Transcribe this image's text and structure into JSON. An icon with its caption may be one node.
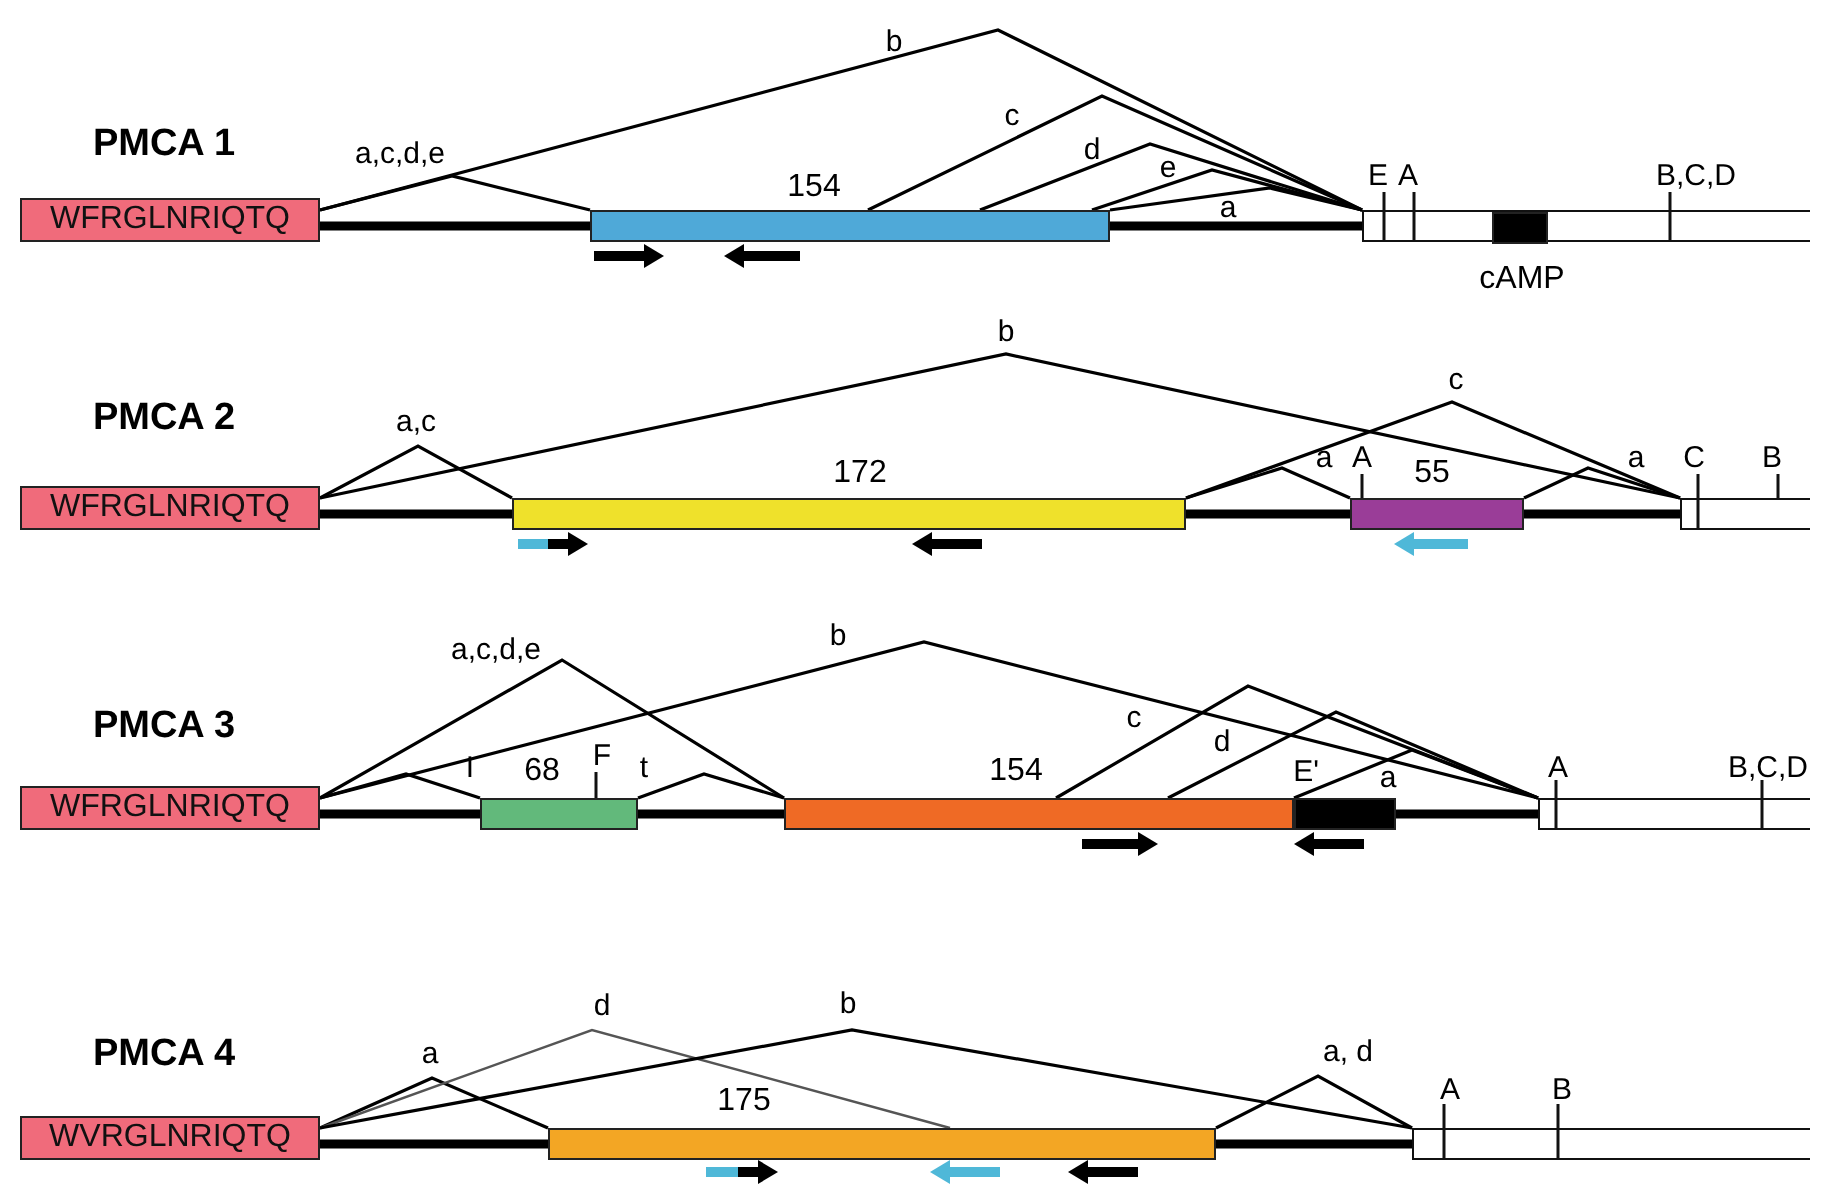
{
  "diagram": {
    "nodes": [
      {
        "text": [
          "WFRGLNRIQTQ"
        ]
      },
      {
        "text": [
          "154"
        ]
      },
      {
        "text": [],
        "shape": "box",
        "beside": [
          "E",
          "A",
          "B,C,D"
        ]
      },
      {
        "text": [
          "cAMP"
        ],
        "in": 2
      },
      {
        "text": [
          "WFRGLNRIQTQ"
        ]
      },
      {
        "text": [
          "172"
        ]
      },
      {
        "text": [
          "55"
        ],
        "beside": [
          "A"
        ]
      },
      {
        "text": [],
        "shape": "box",
        "beside": [
          "C",
          "B"
        ]
      },
      {
        "text": [
          "WFRGLNRIQTQ"
        ]
      },
      {
        "text": [
          "68"
        ],
        "beside": [
          "F"
        ]
      },
      {
        "text": [
          "154"
        ]
      },
      {
        "text": [],
        "shape": "box"
      },
      {
        "text": [],
        "shape": "box",
        "beside": [
          "A",
          "B,C,D"
        ]
      },
      {
        "text": [
          "WVRGLNRIQTQ"
        ]
      },
      {
        "text": [
          "175"
        ]
      },
      {
        "text": [],
        "shape": "box",
        "beside": [
          "A",
          "B"
        ]
      }
    ],
    "edges": [
      {
        "from": 0,
        "to": 1,
        "arrow": "none",
        "style": "thick"
      },
      {
        "from": 1,
        "to": 2,
        "arrow": "none",
        "style": "thick"
      },
      {
        "from": 0,
        "to": 2,
        "arrow": "none",
        "label": "b"
      },
      {
        "from": 0,
        "to": 1,
        "arrow": "none",
        "label": "a,c,d,e"
      },
      {
        "from": 1,
        "to": 2,
        "arrow": "none",
        "label": "c"
      },
      {
        "from": 1,
        "to": 2,
        "arrow": "none",
        "label": "d"
      },
      {
        "from": 1,
        "to": 2,
        "arrow": "none",
        "label": "e"
      },
      {
        "from": 1,
        "to": 2,
        "arrow": "none",
        "label": "a"
      },
      {
        "from": 4,
        "to": 5,
        "arrow": "none",
        "style": "thick"
      },
      {
        "from": 5,
        "to": 6,
        "arrow": "none",
        "style": "thick"
      },
      {
        "from": 6,
        "to": 7,
        "arrow": "none",
        "style": "thick"
      },
      {
        "from": 4,
        "to": 5,
        "arrow": "none",
        "label": "a,c"
      },
      {
        "from": 4,
        "to": 7,
        "arrow": "none",
        "label": "b"
      },
      {
        "from": 5,
        "to": 7,
        "arrow": "none",
        "label": "c"
      },
      {
        "from": 5,
        "to": 6,
        "arrow": "none",
        "label": "a"
      },
      {
        "from": 6,
        "to": 7,
        "arrow": "none",
        "label": "a"
      },
      {
        "from": 8,
        "to": 9,
        "arrow": "none",
        "style": "thick"
      },
      {
        "from": 9,
        "to": 10,
        "arrow": "none",
        "style": "thick"
      },
      {
        "from": 11,
        "to": 12,
        "arrow": "none",
        "style": "thick"
      },
      {
        "from": 8,
        "to": 10,
        "arrow": "none",
        "label": "a,c,d,e"
      },
      {
        "from": 8,
        "to": 12,
        "arrow": "none",
        "label": "b"
      },
      {
        "from": 8,
        "to": 9,
        "arrow": "none"
      },
      {
        "from": 9,
        "to": 10,
        "arrow": "none"
      },
      {
        "from": 10,
        "to": 12,
        "arrow": "none",
        "label": "c"
      },
      {
        "from": 10,
        "to": 12,
        "arrow": "none",
        "label": "d"
      },
      {
        "from": 10,
        "to": 12,
        "arrow": "none",
        "label": "a"
      },
      {
        "from": 13,
        "to": 14,
        "arrow": "none",
        "style": "thick"
      },
      {
        "from": 14,
        "to": 15,
        "arrow": "none",
        "style": "thick"
      },
      {
        "from": 13,
        "to": 14,
        "arrow": "none",
        "label": "a"
      },
      {
        "from": 13,
        "to": 14,
        "arrow": "none",
        "label": "d",
        "color": "#555555"
      },
      {
        "from": 13,
        "to": 15,
        "arrow": "none",
        "label": "b"
      },
      {
        "from": 14,
        "to": 15,
        "arrow": "none",
        "label": "a, d"
      }
    ],
    "labels": [
      "PMCA 1",
      "PMCA 2",
      "PMCA 3",
      "I",
      "t",
      "E'",
      "PMCA 4"
    ]
  }
}
